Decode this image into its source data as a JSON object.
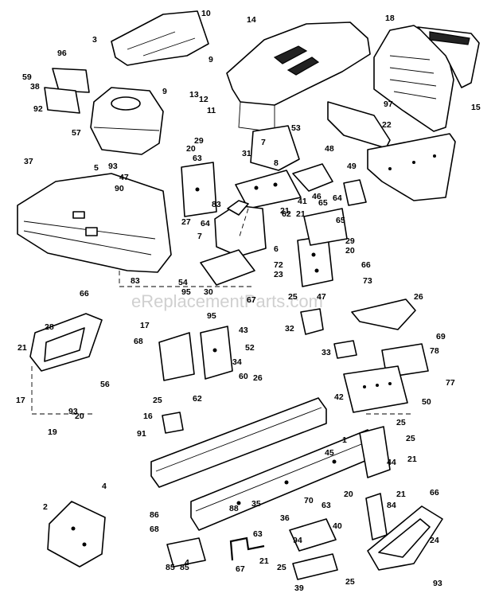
{
  "watermark": "eReplacementParts.com",
  "callouts": [
    "10",
    "3",
    "14",
    "18",
    "96",
    "9",
    "59",
    "38",
    "9",
    "15",
    "92",
    "12",
    "13",
    "11",
    "57",
    "97",
    "22",
    "5",
    "53",
    "37",
    "93",
    "29",
    "7",
    "48",
    "31",
    "20",
    "63",
    "47",
    "8",
    "49",
    "90",
    "21",
    "46",
    "41",
    "65",
    "64",
    "83",
    "27",
    "64",
    "65",
    "62",
    "21",
    "29",
    "20",
    "7",
    "6",
    "72",
    "66",
    "23",
    "73",
    "54",
    "83",
    "30",
    "67",
    "47",
    "25",
    "26",
    "95",
    "66",
    "95",
    "17",
    "28",
    "43",
    "69",
    "32",
    "68",
    "21",
    "33",
    "52",
    "78",
    "34",
    "56",
    "25",
    "60",
    "26",
    "77",
    "17",
    "93",
    "20",
    "42",
    "50",
    "19",
    "62",
    "25",
    "16",
    "91",
    "1",
    "25",
    "21",
    "44",
    "45",
    "4",
    "20",
    "21",
    "2",
    "86",
    "84",
    "66",
    "68",
    "85",
    "70",
    "63",
    "88",
    "35",
    "36",
    "40",
    "63",
    "21",
    "67",
    "94",
    "24",
    "85",
    "4",
    "25",
    "39",
    "25",
    "93"
  ]
}
